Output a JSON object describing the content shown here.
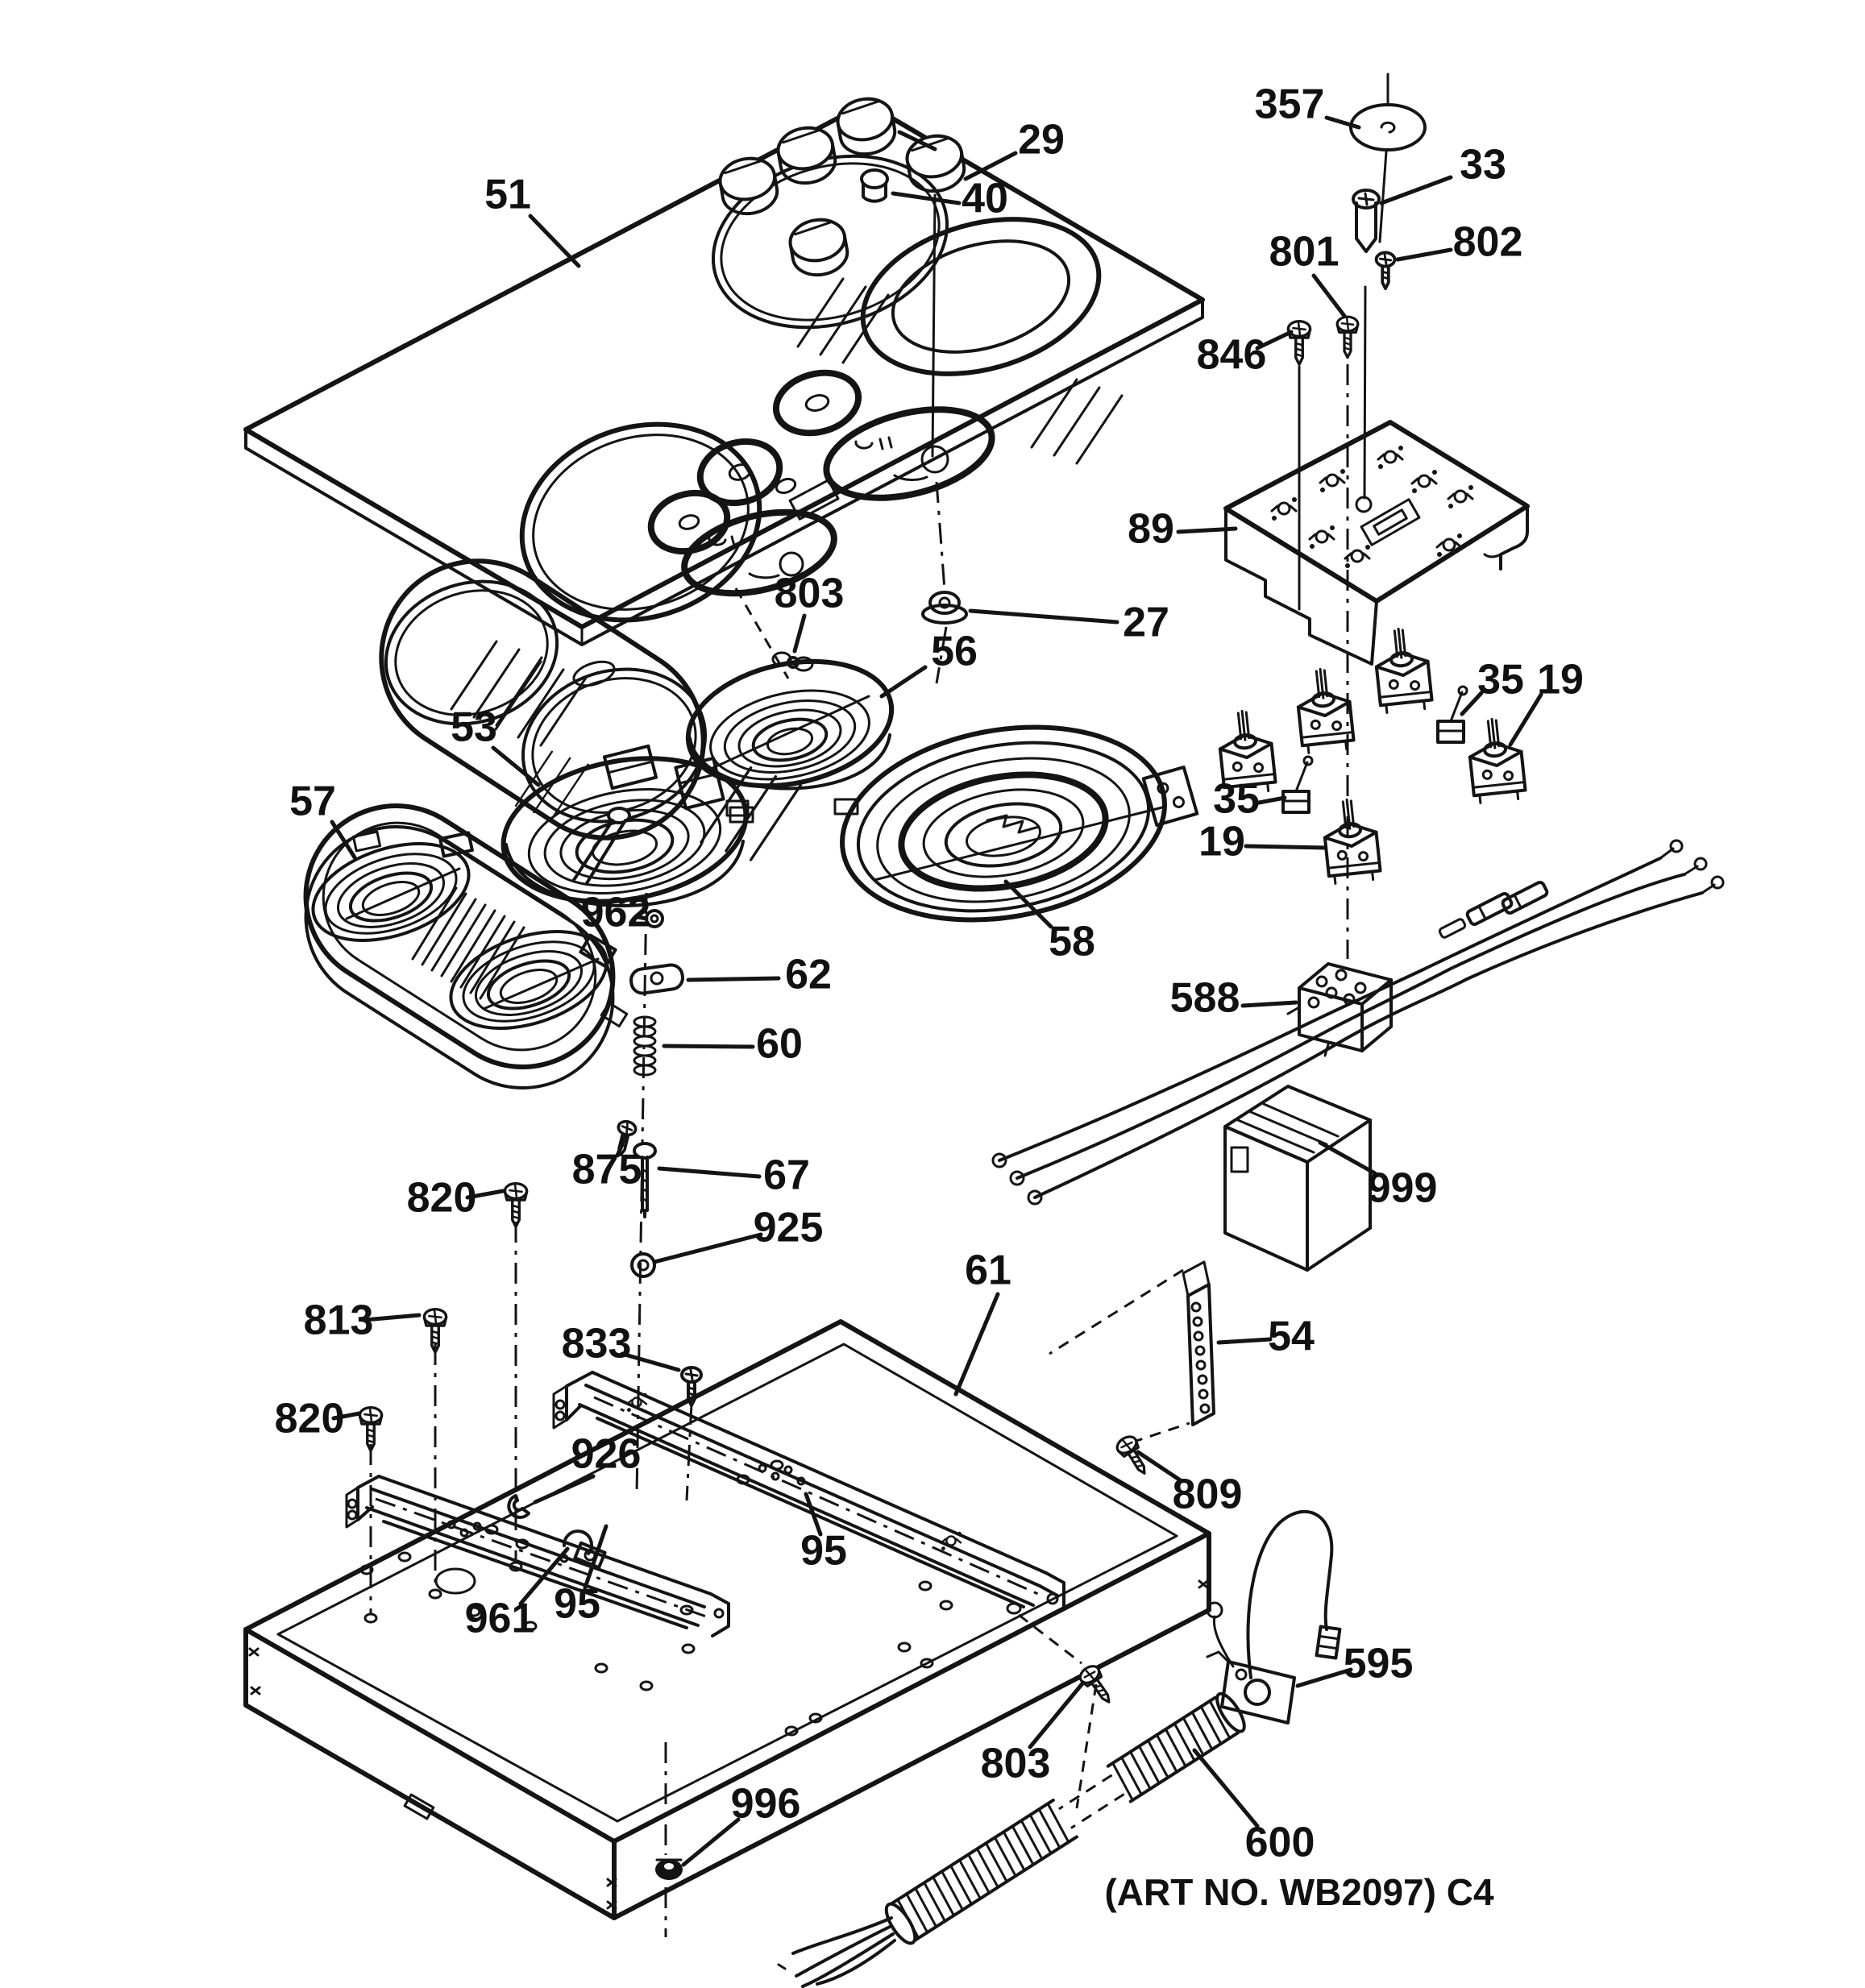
{
  "page": {
    "background": "#ffffff",
    "ink_color": "#141414",
    "art_note": "(ART NO. WB2097) C4"
  },
  "callouts": {
    "c51": "51",
    "c29": "29",
    "c40": "40",
    "c357": "357",
    "c33": "33",
    "c801": "801",
    "c802": "802",
    "c846": "846",
    "c89": "89",
    "c803a": "803",
    "c27": "27",
    "c56": "56",
    "c53": "53",
    "c57": "57",
    "c35a": "35",
    "c19a": "19",
    "c35b": "35",
    "c19b": "19",
    "c962": "962",
    "c58": "58",
    "c62": "62",
    "c60": "60",
    "c588": "588",
    "c875": "875",
    "c67": "67",
    "c999": "999",
    "c820a": "820",
    "c925": "925",
    "c61": "61",
    "c54": "54",
    "c813": "813",
    "c833": "833",
    "c926": "926",
    "c820b": "820",
    "c809": "809",
    "c95a": "95",
    "c95b": "95",
    "c961": "961",
    "c595": "595",
    "c803b": "803",
    "c600": "600",
    "c996": "996"
  }
}
